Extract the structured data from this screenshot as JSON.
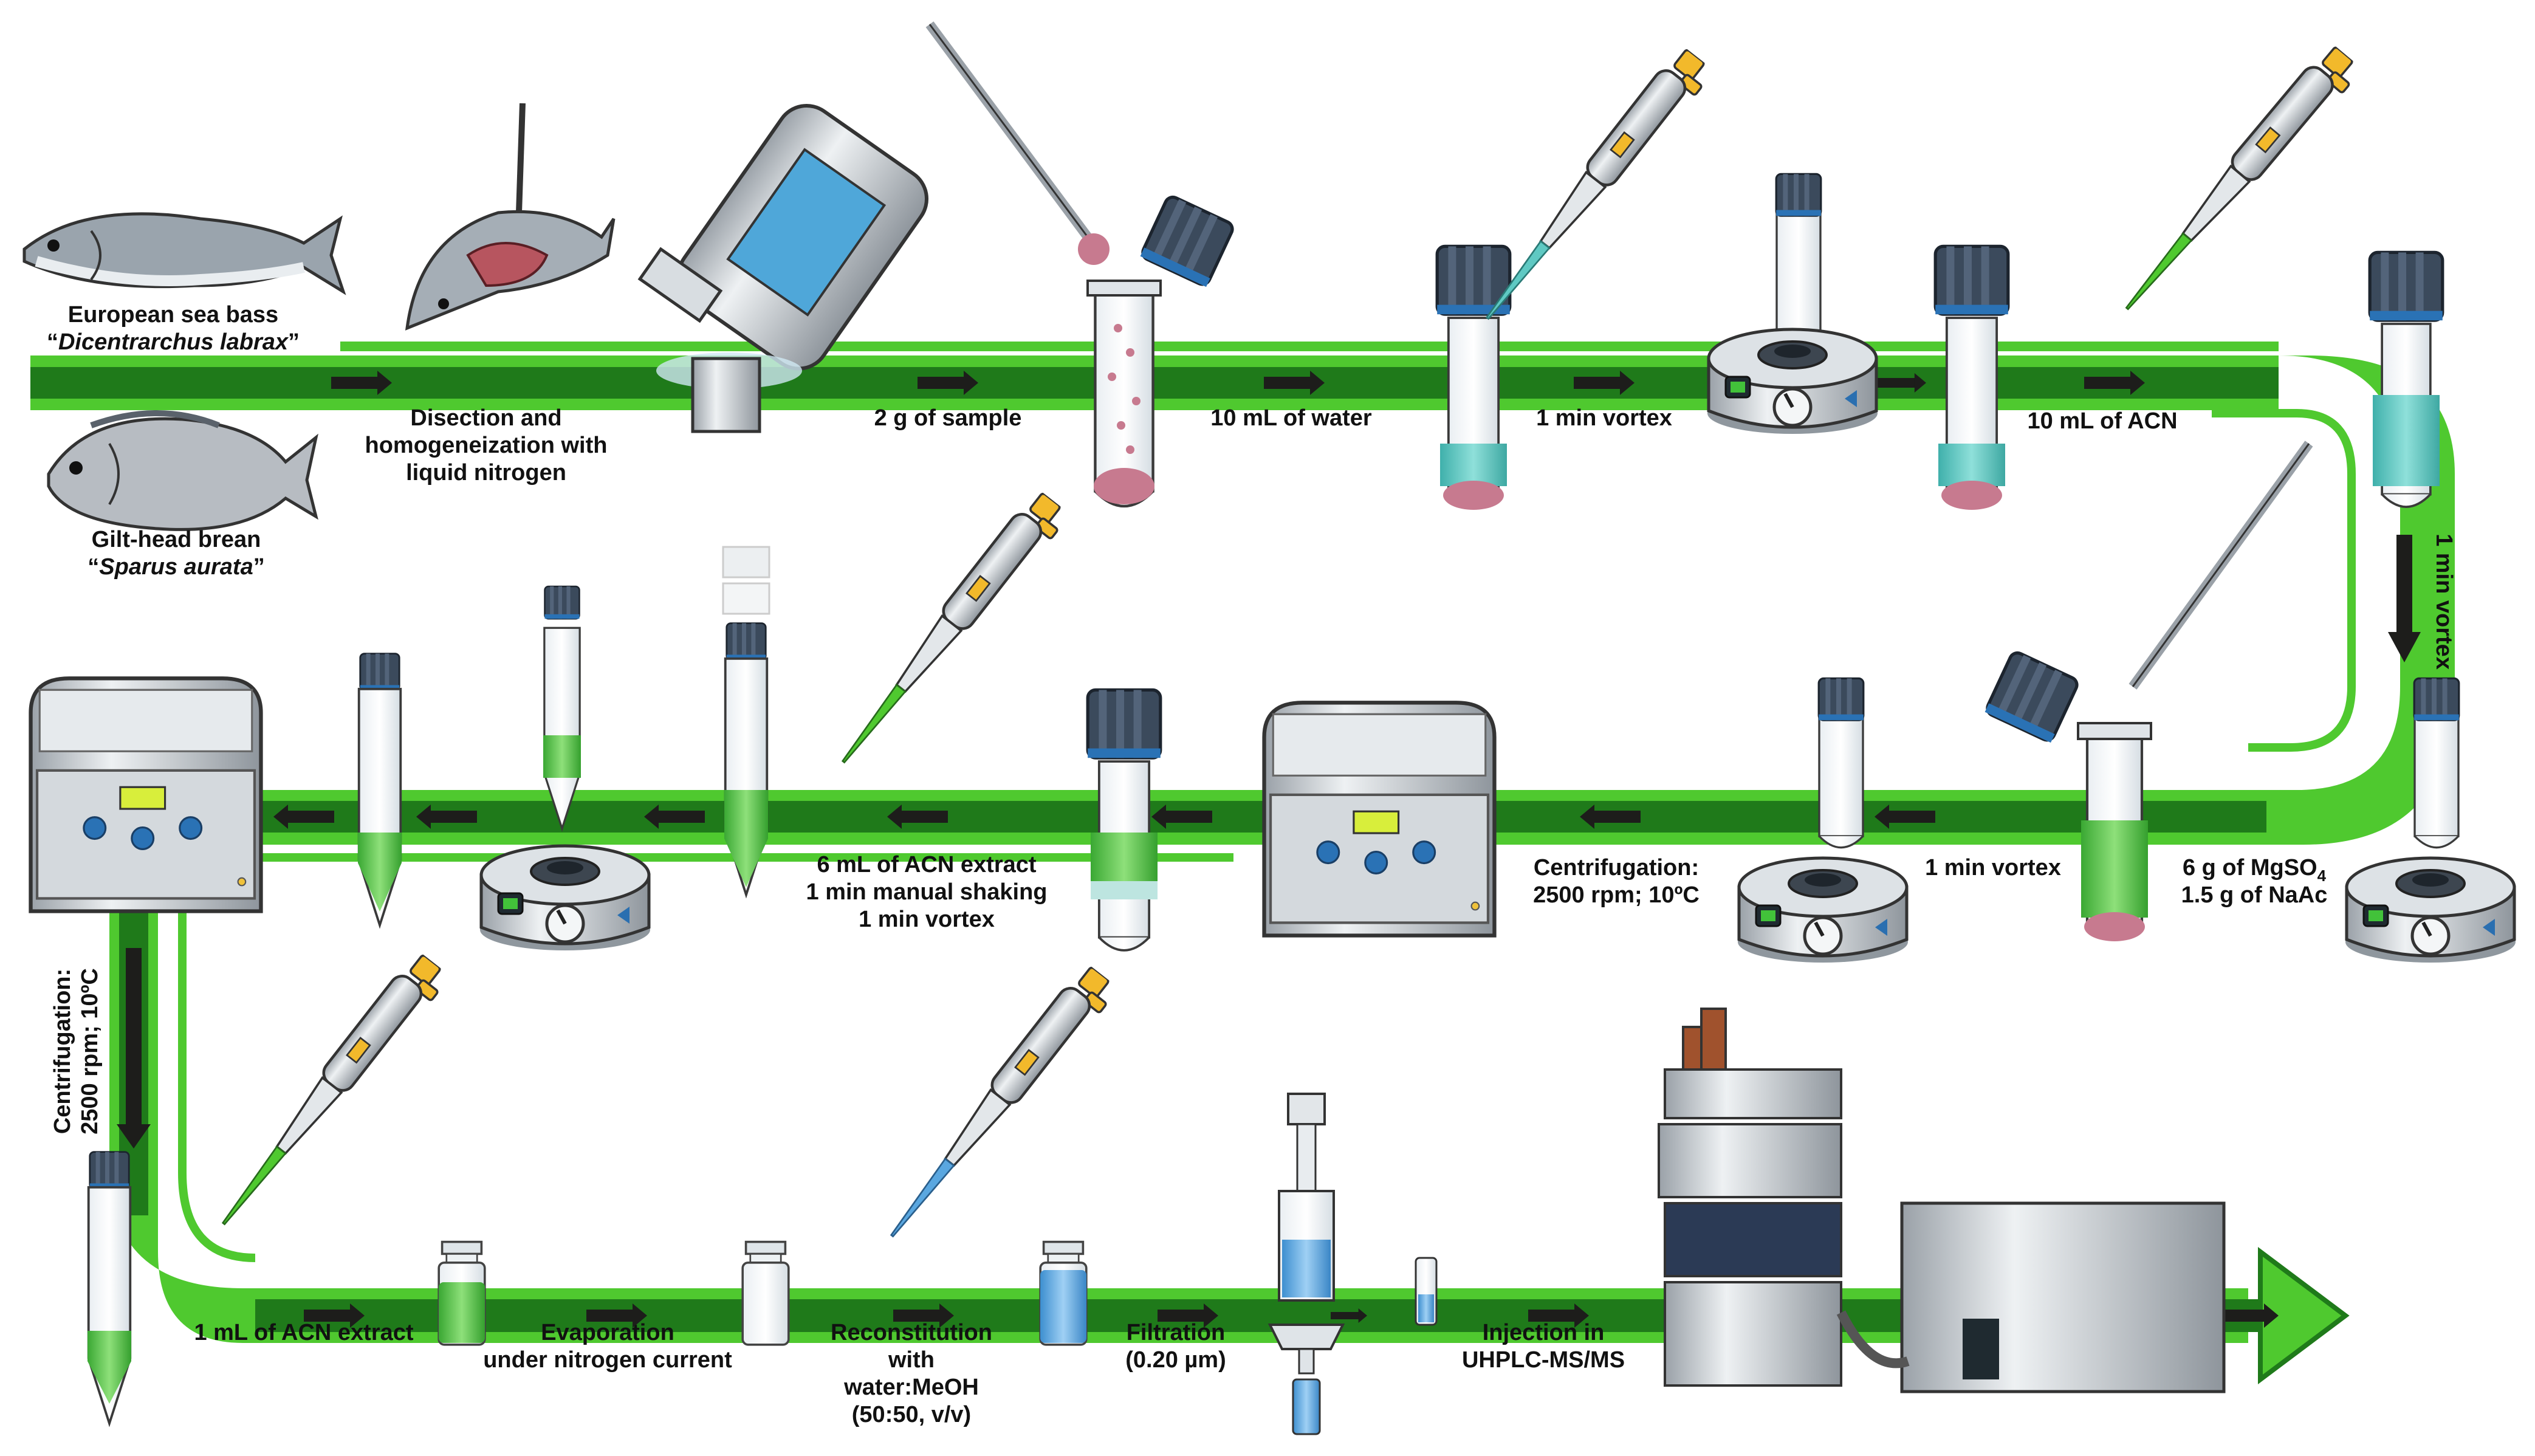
{
  "colors": {
    "pipe_light": "#4fc92f",
    "pipe_dark": "#1f7a1a",
    "arrow": "#1d1d1b",
    "cap": "#3b4a5c",
    "liquid_cyan": "#5fc9c3",
    "liquid_green": "#5cc64a",
    "liquid_blue": "#5aa7e0",
    "instrument_grey": "#c9cdd1",
    "sample_pink": "#c77a8f"
  },
  "fish": {
    "sea_bass_name": "European sea bass",
    "sea_bass_latin": "Dicentrarchus labrax",
    "gilthead_name": "Gilt-head brean",
    "gilthead_latin": "Sparus aurata",
    "quote_open": "“",
    "quote_close": "”"
  },
  "steps": {
    "dissection_l1": "Disection and",
    "dissection_l2": "homogeneization with",
    "dissection_l3": "liquid nitrogen",
    "sample": "2 g of sample",
    "water": "10 mL of water",
    "vortex1": "1 min vortex",
    "acn": "10 mL of ACN",
    "vortex2": "1 min vortex",
    "salts_l1_pre": "6 g of MgSO",
    "salts_l1_sub": "4",
    "salts_l2": "1.5 g of NaAc",
    "vortex3": "1 min vortex",
    "centri1_l1": "Centrifugation:",
    "centri1_l2": "2500 rpm; 10ºC",
    "extract_l1": "6 mL of ACN extract",
    "extract_l2": "1 min manual shaking",
    "extract_l3": "1 min vortex",
    "centri2_l1": "Centrifugation:",
    "centri2_l2": "2500 rpm; 10ºC",
    "acn_extract": "1 mL of ACN extract",
    "evap_l1": "Evaporation",
    "evap_l2": "under nitrogen current",
    "recon_l1": "Reconstitution",
    "recon_l2": "with",
    "recon_l3": "water:MeOH",
    "recon_l4": "(50:50, v/v)",
    "filt_l1": "Filtration",
    "filt_l2": "(0.20 µm)",
    "inj_l1": "Injection in",
    "inj_l2": "UHPLC-MS/MS"
  }
}
